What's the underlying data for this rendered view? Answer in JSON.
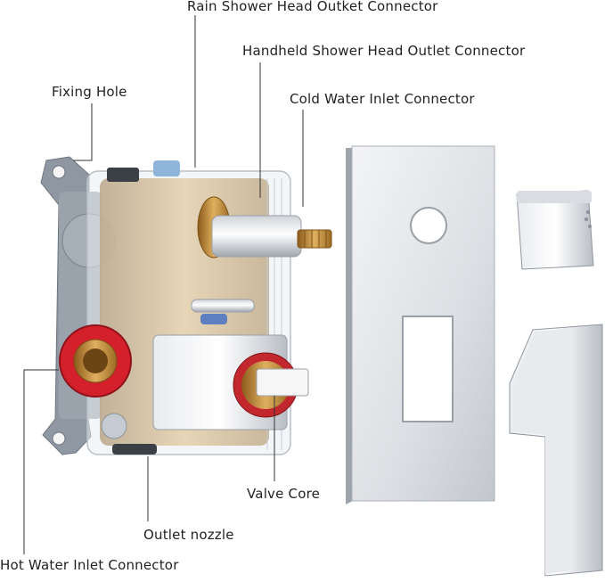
{
  "labels": {
    "rain_outlet": "Rain Shower Head Outket Connector",
    "handheld_outlet": "Handheld Shower Head Outlet Connector",
    "cold_inlet": "Cold Water Inlet Connector",
    "fixing_hole": "Fixing Hole",
    "valve_core": "Valve Core",
    "outlet_nozzle": "Outlet nozzle",
    "hot_inlet": "Hot Water Inlet Connector"
  },
  "colors": {
    "hot_ring": "#d3202a",
    "brass": "#c8902c",
    "chrome": "#c9ccd1",
    "bracket": "#8a929c",
    "leader": "#333333"
  }
}
